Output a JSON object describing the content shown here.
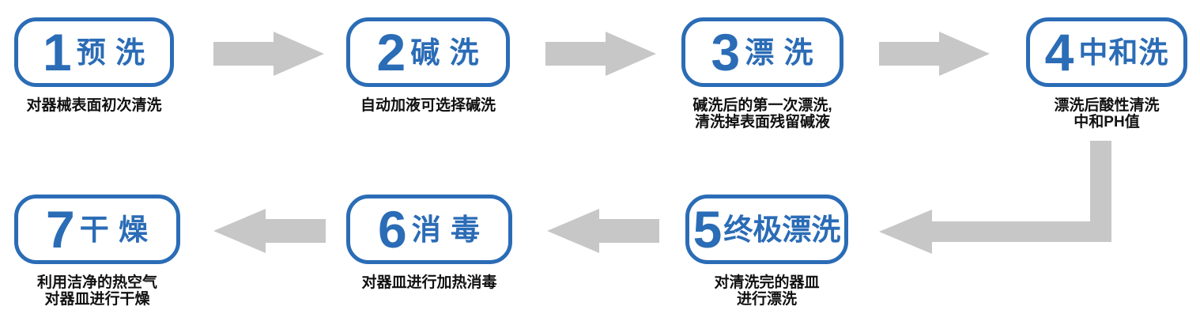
{
  "colors": {
    "accent_blue": "#2b6cb6",
    "arrow_gray": "#c7c7c7",
    "text_black": "#111111",
    "background": "#ffffff"
  },
  "steps": [
    {
      "number": "1",
      "label": "预 洗",
      "description": "对器械表面初次清洗"
    },
    {
      "number": "2",
      "label": "碱 洗",
      "description": "自动加液可选择碱洗"
    },
    {
      "number": "3",
      "label": "漂 洗",
      "description": "碱洗后的第一次漂洗,\n清洗掉表面残留碱液"
    },
    {
      "number": "4",
      "label": "中和洗",
      "description": "漂洗后酸性清洗\n中和PH值"
    },
    {
      "number": "5",
      "label": "终极漂洗",
      "description": "对清洗完的器皿\n进行漂洗"
    },
    {
      "number": "6",
      "label": "消 毒",
      "description": "对器皿进行加热消毒"
    },
    {
      "number": "7",
      "label": "干 燥",
      "description": "利用洁净的热空气\n对器皿进行干燥"
    }
  ]
}
